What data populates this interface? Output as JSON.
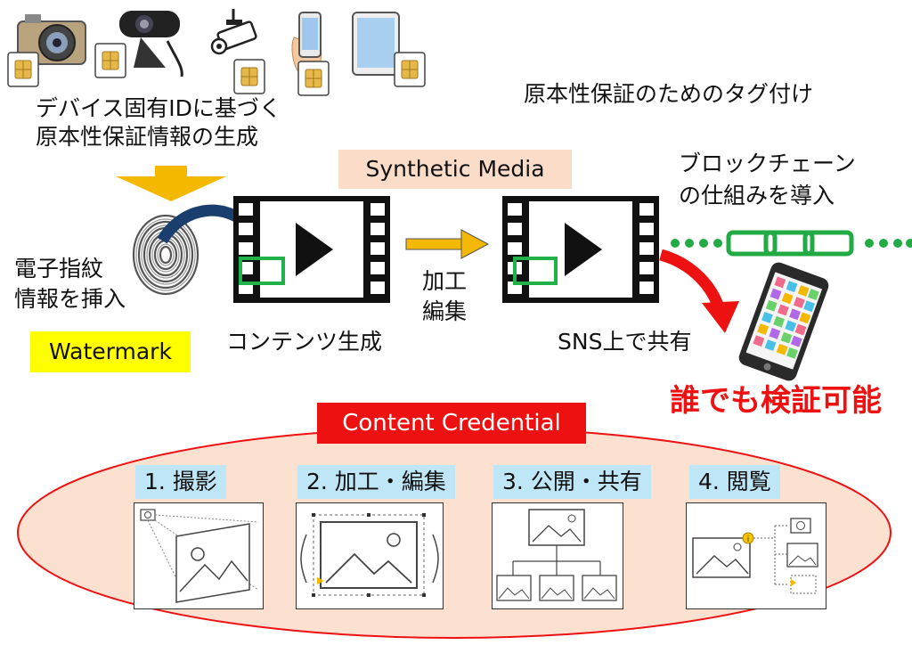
{
  "device_caption": [
    "デバイス固有IDに基づく",
    "原本性保証情報の生成"
  ],
  "tagging_caption": "原本性保証のためのタグ付け",
  "synthetic_media": "Synthetic Media",
  "blockchain_caption": [
    "ブロックチェーン",
    "の仕組みを導入"
  ],
  "fingerprint_caption": [
    "電子指紋",
    "情報を挿入"
  ],
  "watermark": "Watermark",
  "content_creation": "コンテンツ生成",
  "edit_caption": [
    "加工",
    "編集"
  ],
  "sns_share": "SNS上で共有",
  "anyone_verify": "誰でも検証可能",
  "content_credential": "Content Credential",
  "steps": [
    {
      "label": "1. 撮影"
    },
    {
      "label": "2. 加工・編集"
    },
    {
      "label": "3. 公開・共有"
    },
    {
      "label": "4. 閲覧"
    }
  ],
  "colors": {
    "accent_red": "#ee1111",
    "peach": "#fbdcc9",
    "highlight_yellow": "#ffff00",
    "step_blue": "#bfe6f6",
    "chain_green": "#22aa44",
    "arrow_orange": "#f5b800",
    "dark_blue_arrow": "#1a3e6e"
  },
  "icons": [
    "camera-icon",
    "webcam-icon",
    "security-camera-icon",
    "smartphone-icon",
    "tablet-icon",
    "sim-chip-icon",
    "fingerprint-icon",
    "video-film-icon",
    "chain-icon",
    "app-phone-icon",
    "info-icon"
  ]
}
